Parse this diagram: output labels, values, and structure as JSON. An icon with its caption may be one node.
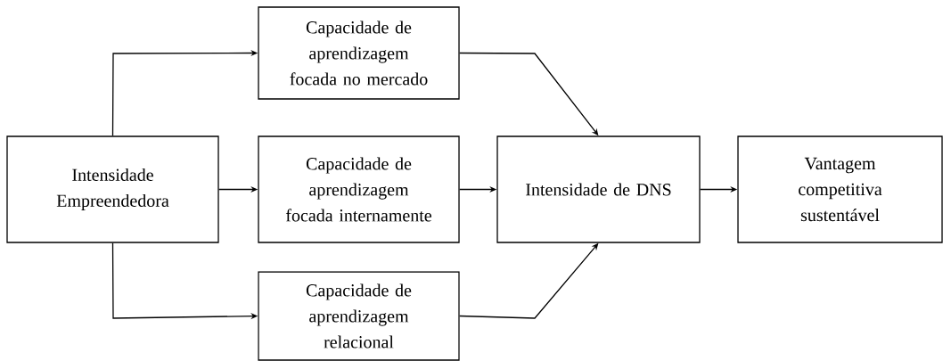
{
  "diagram": {
    "nodes": [
      {
        "text": [
          "Intensidade Empreendedora"
        ]
      },
      {
        "text": [
          "Capacidade de aprendizagem focada no mercado"
        ]
      },
      {
        "text": [
          "Capacidade de aprendizagem focada internamente"
        ]
      },
      {
        "text": [
          "Capacidade de aprendizagem relacional"
        ]
      },
      {
        "text": [
          "Intensidade de DNS"
        ]
      },
      {
        "text": [
          "Vantagem competitiva sustentável"
        ]
      }
    ],
    "edges": [
      {
        "from": 0,
        "to": 1,
        "arrow": "to"
      },
      {
        "from": 0,
        "to": 2,
        "arrow": "to"
      },
      {
        "from": 0,
        "to": 3,
        "arrow": "to"
      },
      {
        "from": 1,
        "to": 4,
        "arrow": "to"
      },
      {
        "from": 2,
        "to": 4,
        "arrow": "to"
      },
      {
        "from": 3,
        "to": 4,
        "arrow": "to"
      },
      {
        "from": 4,
        "to": 5,
        "arrow": "to"
      }
    ]
  }
}
